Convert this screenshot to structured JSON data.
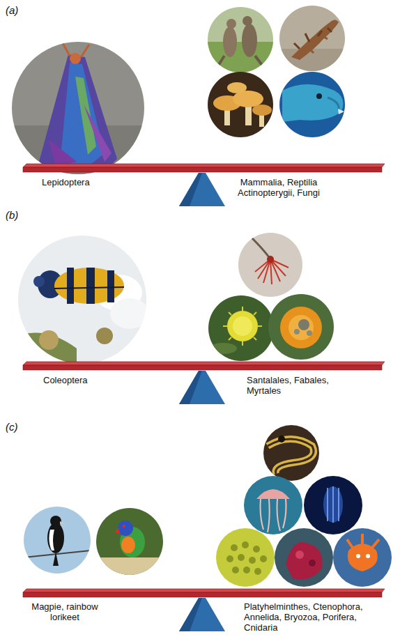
{
  "diagram": {
    "labels": [
      "(a)",
      "Lepidoptera",
      "Mammalia, Reptilia Actinopterygii, Fungi",
      "(b)",
      "Coleoptera",
      "Santalales, Fabales, Myrtales",
      "(c)",
      "Magpie, rainbow lorikeet",
      "Platyhelminthes, Ctenophora, Annelida, Bryozoa, Porifera, Cnidaria"
    ]
  }
}
